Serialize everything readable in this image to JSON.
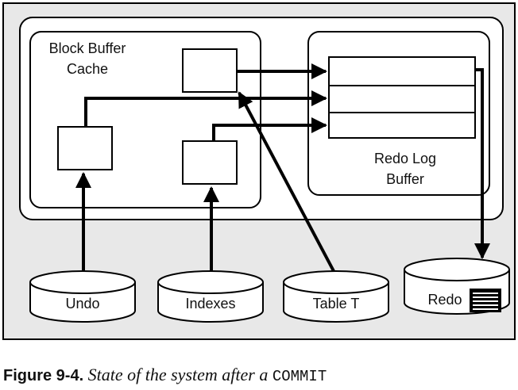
{
  "diagram": {
    "sga": {
      "block_buffer_cache": {
        "label_line1": "Block Buffer",
        "label_line2": "Cache"
      },
      "redo_log_buffer": {
        "label_line1": "Redo Log",
        "label_line2": "Buffer"
      }
    },
    "files": {
      "undo": "Undo",
      "indexes": "Indexes",
      "table_t": "Table T",
      "redo": "Redo"
    }
  },
  "caption": {
    "figure_number": "Figure 9-4.",
    "text": "State of the system after a",
    "keyword": "COMMIT"
  },
  "colors": {
    "frame_fill": "#e8e8e8",
    "stroke": "#000000",
    "box_fill": "#ffffff"
  }
}
